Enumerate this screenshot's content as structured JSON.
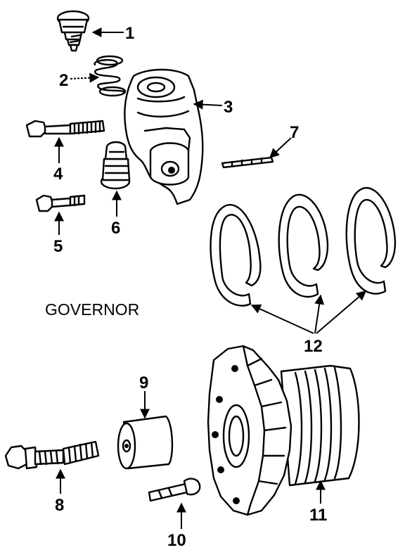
{
  "diagram": {
    "title": "GOVERNOR",
    "callouts": [
      "1",
      "2",
      "3",
      "4",
      "5",
      "6",
      "7",
      "8",
      "9",
      "10",
      "11",
      "12"
    ]
  }
}
